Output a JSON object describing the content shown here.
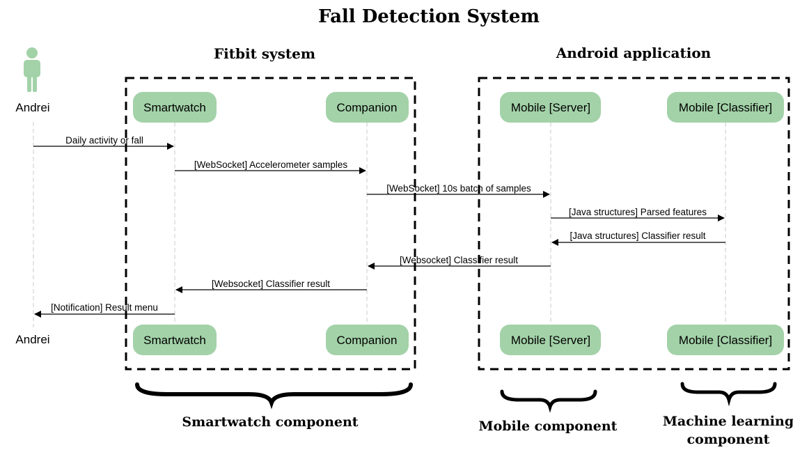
{
  "title": "Fall Detection System",
  "groups": {
    "fitbit": {
      "label": "Fitbit system"
    },
    "android": {
      "label": "Android application"
    }
  },
  "actor": {
    "name": "Andrei",
    "color": "#a3d2a8",
    "icon": "person-icon"
  },
  "participants": {
    "smartwatch": "Smartwatch",
    "companion": "Companion",
    "mobile_server": "Mobile [Server]",
    "mobile_classifier": "Mobile [Classifier]"
  },
  "participant_color": "#a3d2a8",
  "messages": [
    {
      "from": "Andrei",
      "to": "Smartwatch",
      "label": "Daily activity or fall"
    },
    {
      "from": "Smartwatch",
      "to": "Companion",
      "label": "[WebSocket] Accelerometer samples"
    },
    {
      "from": "Companion",
      "to": "Mobile [Server]",
      "label": "[WebSocket] 10s batch of samples"
    },
    {
      "from": "Mobile [Server]",
      "to": "Mobile [Classifier]",
      "label": "[Java structures] Parsed features"
    },
    {
      "from": "Mobile [Classifier]",
      "to": "Mobile [Server]",
      "label": "[Java structures] Classifier result"
    },
    {
      "from": "Mobile [Server]",
      "to": "Companion",
      "label": "[Websocket] Classifier result"
    },
    {
      "from": "Companion",
      "to": "Smartwatch",
      "label": "[Websocket] Classifier result"
    },
    {
      "from": "Smartwatch",
      "to": "Andrei",
      "label": "[Notification] Result menu"
    }
  ],
  "components": {
    "smartwatch": "Smartwatch component",
    "mobile": "Mobile component",
    "ml_line1": "Machine learning",
    "ml_line2": "component"
  }
}
